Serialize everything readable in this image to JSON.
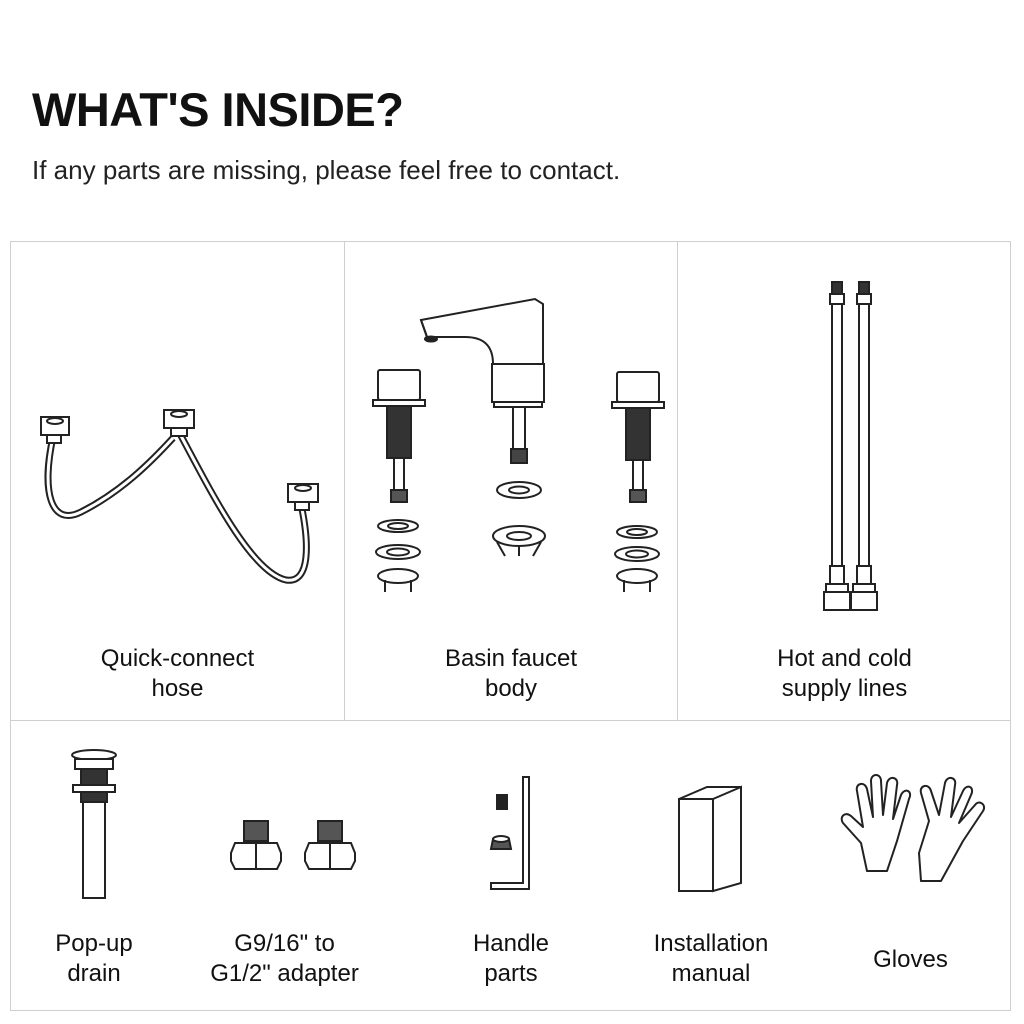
{
  "heading": {
    "title": "WHAT'S INSIDE?",
    "subtitle": "If any parts are missing, please feel free to contact."
  },
  "top_row": [
    {
      "icon": "quick-connect-hose-icon",
      "line1": "Quick-connect",
      "line2": "hose"
    },
    {
      "icon": "basin-faucet-body-icon",
      "line1": "Basin faucet",
      "line2": "body"
    },
    {
      "icon": "supply-lines-icon",
      "line1": "Hot and cold",
      "line2": "supply lines"
    }
  ],
  "bottom_row": [
    {
      "icon": "pop-up-drain-icon",
      "line1": "Pop-up",
      "line2": "drain"
    },
    {
      "icon": "adapter-icon",
      "line1": "G9/16\" to",
      "line2": "G1/2\" adapter"
    },
    {
      "icon": "handle-parts-icon",
      "line1": "Handle",
      "line2": "parts"
    },
    {
      "icon": "installation-manual-icon",
      "line1": "Installation",
      "line2": "manual"
    },
    {
      "icon": "gloves-icon",
      "line1": "Gloves"
    }
  ],
  "colors": {
    "line": "#222222",
    "border": "#cfcfcf",
    "text": "#111111"
  }
}
